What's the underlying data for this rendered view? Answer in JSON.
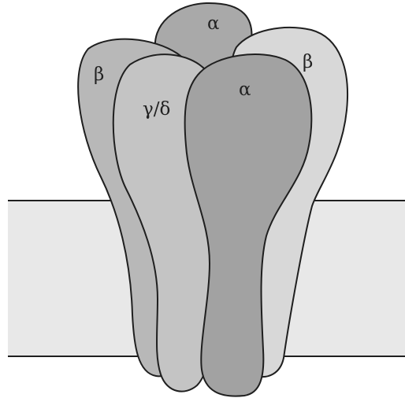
{
  "diagram": {
    "subunit_labels": {
      "alpha_back": "α",
      "beta_left": "β",
      "beta_right": "β",
      "gamma_delta": "γ/δ",
      "alpha_front": "α"
    },
    "colors": {
      "membrane_fill": "#e8e8e8",
      "outline": "#1f1f1f",
      "alpha_back_fill": "#a9a9a9",
      "beta_left_fill": "#b8b8b8",
      "beta_right_fill": "#d8d8d8",
      "gamma_delta_fill": "#c4c4c4",
      "alpha_front_fill": "#a2a2a2"
    }
  }
}
